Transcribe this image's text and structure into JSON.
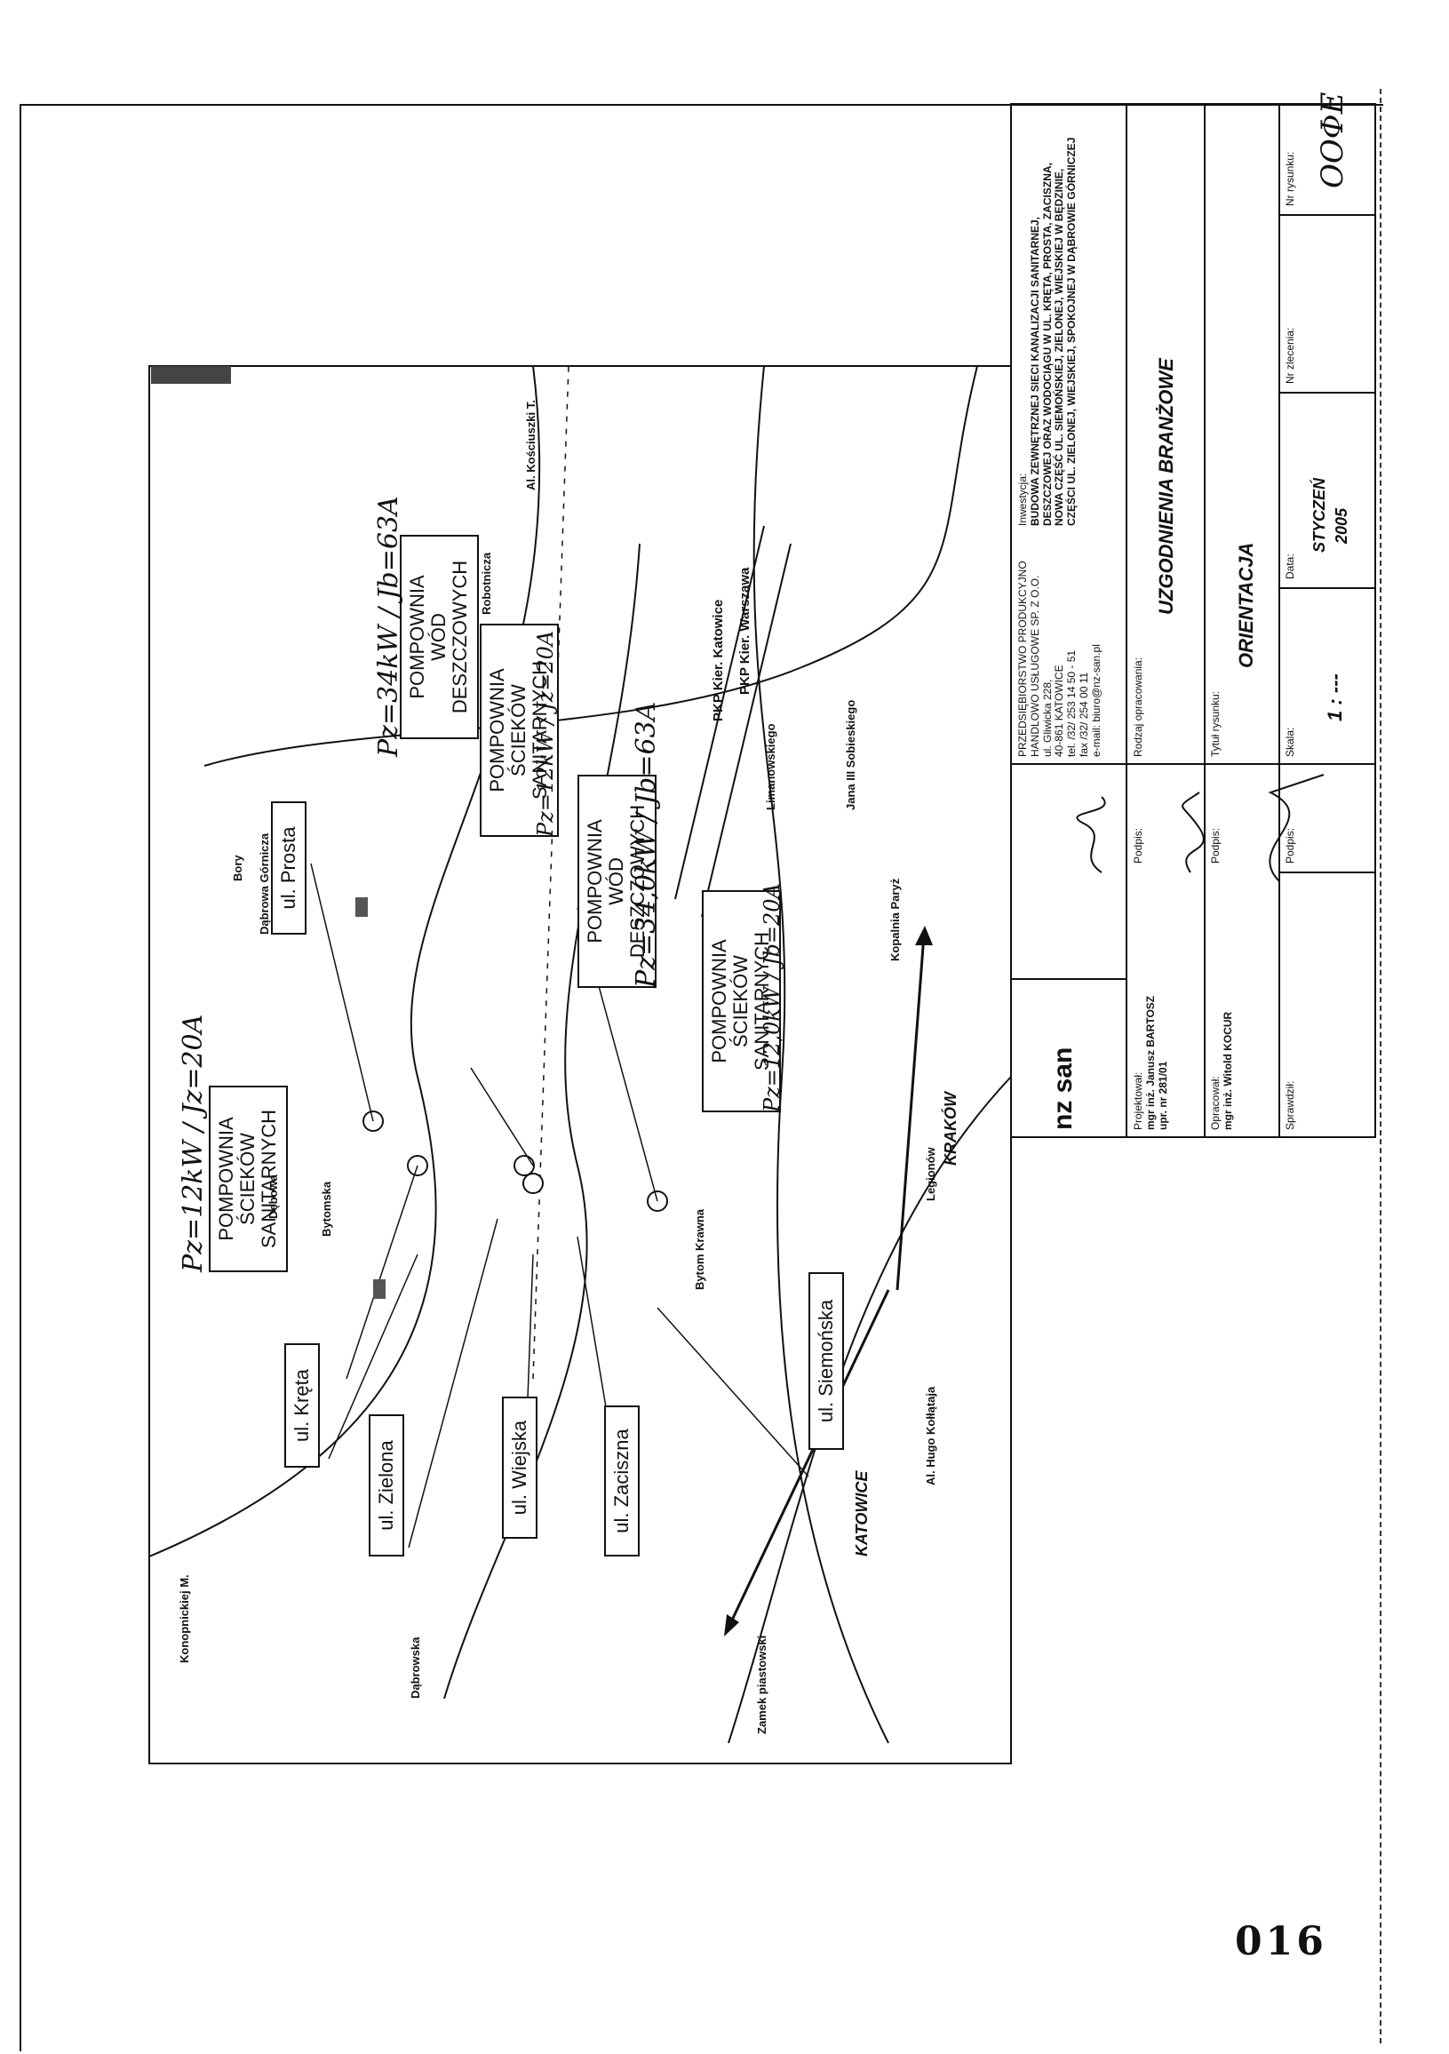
{
  "page": {
    "number": "016"
  },
  "map": {
    "street_labels": [
      "ul. Prosta",
      "ul. Kręta",
      "ul. Zielona",
      "ul. Wiejska",
      "ul. Zaciszna",
      "ul. Siemońska"
    ],
    "pump_labels": [
      {
        "line1": "POMPOWNIA",
        "line2": "ŚCIEKÓW SANITARNYCH"
      },
      {
        "line1": "POMPOWNIA",
        "line2": "WÓD DESZCZOWYCH"
      },
      {
        "line1": "POMPOWNIA",
        "line2": "ŚCIEKÓW SANITARNYCH"
      },
      {
        "line1": "POMPOWNIA",
        "line2": "WÓD DESZCZOWYCH"
      },
      {
        "line1": "POMPOWNIA",
        "line2": "ŚCIEKÓW SANITARNYCH"
      }
    ],
    "power_notes": [
      "Pz=12kW / Jz=20A",
      "Pz=34kW / Jb=63A",
      "Pz=12kW / Jz=20A",
      "Pz=34,0kW / Jb=63A",
      "Pz=12,0kW / Jb=20A"
    ],
    "small_names": [
      "Robotnicza",
      "Bory",
      "Dębowa",
      "Jana III Sobieskiego",
      "PKP Kier. Katowice",
      "PKP Kier. Warszawa",
      "Limanowskiego",
      "Kopalnia Paryż",
      "Legionów",
      "Al. Hugo Kołłątaja",
      "Dąbrowska",
      "Zamek piastowski",
      "Konopnickiej M.",
      "Bytom Krawna",
      "Al. Kościuszki T.",
      "Bytomska",
      "Dąbrowa Górnicza"
    ],
    "directions": [
      "KATOWICE",
      "KRAKÓW"
    ]
  },
  "title_block": {
    "company": [
      "PRZEDSIĘBIORSTWO PRODUKCYJNO",
      "HANDLOWO USŁUGOWE SP. Z O.O.",
      "ul. Gliwicka 228,",
      "40-861 KATOWICE",
      "tel. /32/ 253 14 50 - 51",
      "fax /32/ 254 00 11",
      "e-mail: biuro@nz-san.pl"
    ],
    "logo": "nz san",
    "investment_label": "Inwestycja:",
    "investment": [
      "BUDOWA ZEWNĘTRZNEJ SIECI KANALIZACJI SANITARNEJ,",
      "DESZCZOWEJ ORAZ WODOCIĄGU W UL. KRĘTA, PROSTA, ZACISZNA,",
      "NOWA CZĘŚĆ UL. SIEMOŃSKIEJ, ZIELONEJ, WIEJSKIEJ W BĘDZINIE,",
      "CZĘŚCI UL. ZIELONEJ, WIEJSKIEJ, SPOKOJNEJ W DĄBROWIE GÓRNICZEJ",
      ""
    ],
    "designer_label": "Projektował:",
    "designer_name": "mgr inż. Janusz BARTOSZ",
    "designer_license": "upr. nr 281/01",
    "sign_label": "Podpis:",
    "type_label": "Rodzaj opracowania:",
    "type_value": "UZGODNIENIA BRANŻOWE",
    "prepared_label": "Opracował:",
    "prepared_name": "mgr inż. Witold KOCUR",
    "sign_label2": "Podpis:",
    "drawing_title_label": "Tytuł rysunku:",
    "drawing_title": "ORIENTACJA",
    "checked_label": "Sprawdził:",
    "sign_label3": "Podpis:",
    "scale_label": "Skala:",
    "scale_value": "1 : ---",
    "date_label": "Data:",
    "date_month": "STYCZEŃ",
    "date_year": "2005",
    "order_label": "Nr zlecenia:",
    "drawing_no_label": "Nr rysunku:",
    "drawing_no": "OOΦE"
  }
}
